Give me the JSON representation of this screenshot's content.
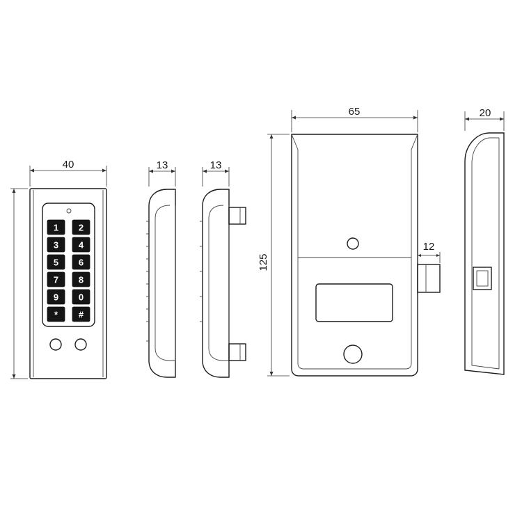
{
  "dimensions": {
    "front_width": "40",
    "side_depth_1": "13",
    "side_depth_2": "13",
    "lock_width": "65",
    "lock_height": "125",
    "bolt_length": "12",
    "profile_depth": "20"
  },
  "keypad": {
    "keys": [
      "1",
      "2",
      "3",
      "4",
      "5",
      "6",
      "7",
      "8",
      "9",
      "0",
      "*",
      "#"
    ]
  },
  "colors": {
    "line": "#1c1c1c",
    "key_fill": "#151515",
    "key_text": "#ffffff"
  }
}
